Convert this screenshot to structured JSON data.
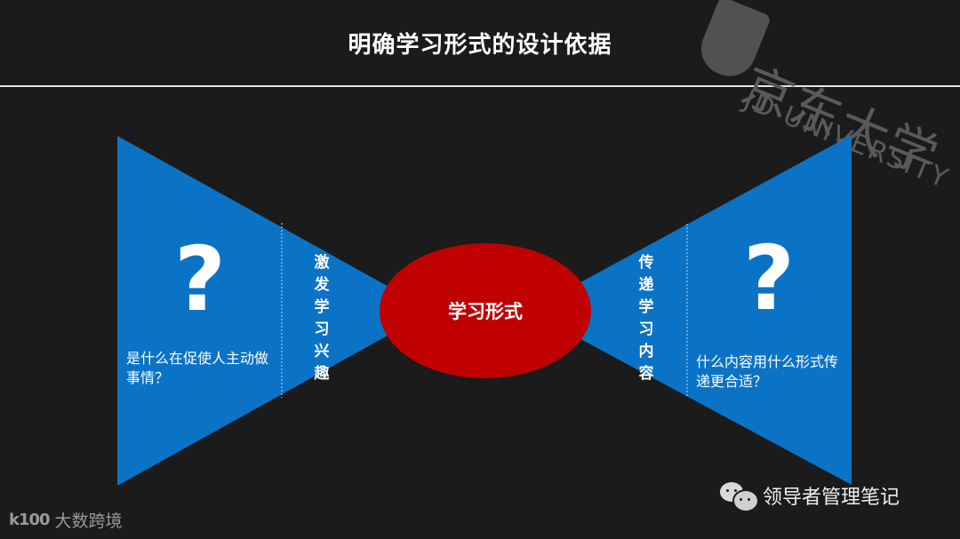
{
  "slide": {
    "title": "明确学习形式的设计依据",
    "colors": {
      "background": "#1b1b1b",
      "triangle_blue": "#0a73c6",
      "ellipse_red": "#c00000",
      "text": "#ffffff",
      "watermark": "#5a5a5a"
    },
    "watermark": {
      "cn": "京东大学",
      "en": "JD UNIVERSITY",
      "logo_icon": "jd-university-shield-icon"
    },
    "center": {
      "label": "学习形式"
    },
    "left": {
      "question_mark": "?",
      "question": "是什么在促使人主动做事情？",
      "vertical_label": "激发学习兴趣"
    },
    "right": {
      "question_mark": "?",
      "question": "什么内容用什么形式传递更合适？",
      "vertical_label": "传递学习内容"
    },
    "footer": {
      "left_brand_logo": "k100",
      "left_brand_name": "大数跨境",
      "right_icon": "wechat-icon",
      "right_brand_name": "领导者管理笔记"
    }
  }
}
